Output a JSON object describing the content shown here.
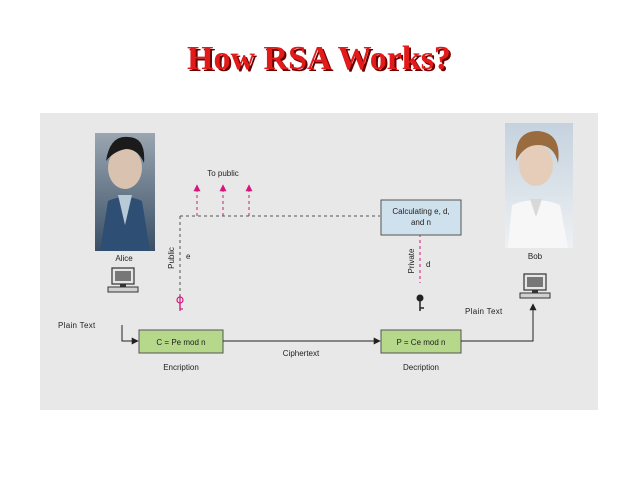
{
  "title": "How RSA Works?",
  "diagram": {
    "to_public": "To public",
    "calculating": [
      "Calculating e, d,",
      "and n"
    ],
    "public": "Public",
    "e": "e",
    "private": "Private",
    "d": "d",
    "alice": "Alice",
    "bob": "Bob",
    "plain_text_left": "Plain Text",
    "plain_text_right": "Plain Text",
    "encrypt_formula": "C = Pe mod n",
    "decrypt_formula": "P = Ce mod n",
    "ciphertext": "Ciphertext",
    "encription": "Encription",
    "decription": "Decription",
    "colors": {
      "panel": "#e8e8e8",
      "box_green": "#b6d88a",
      "box_blue": "#cfe1ec",
      "magenta": "#d4187c",
      "title_red": "#e31a1a"
    }
  }
}
